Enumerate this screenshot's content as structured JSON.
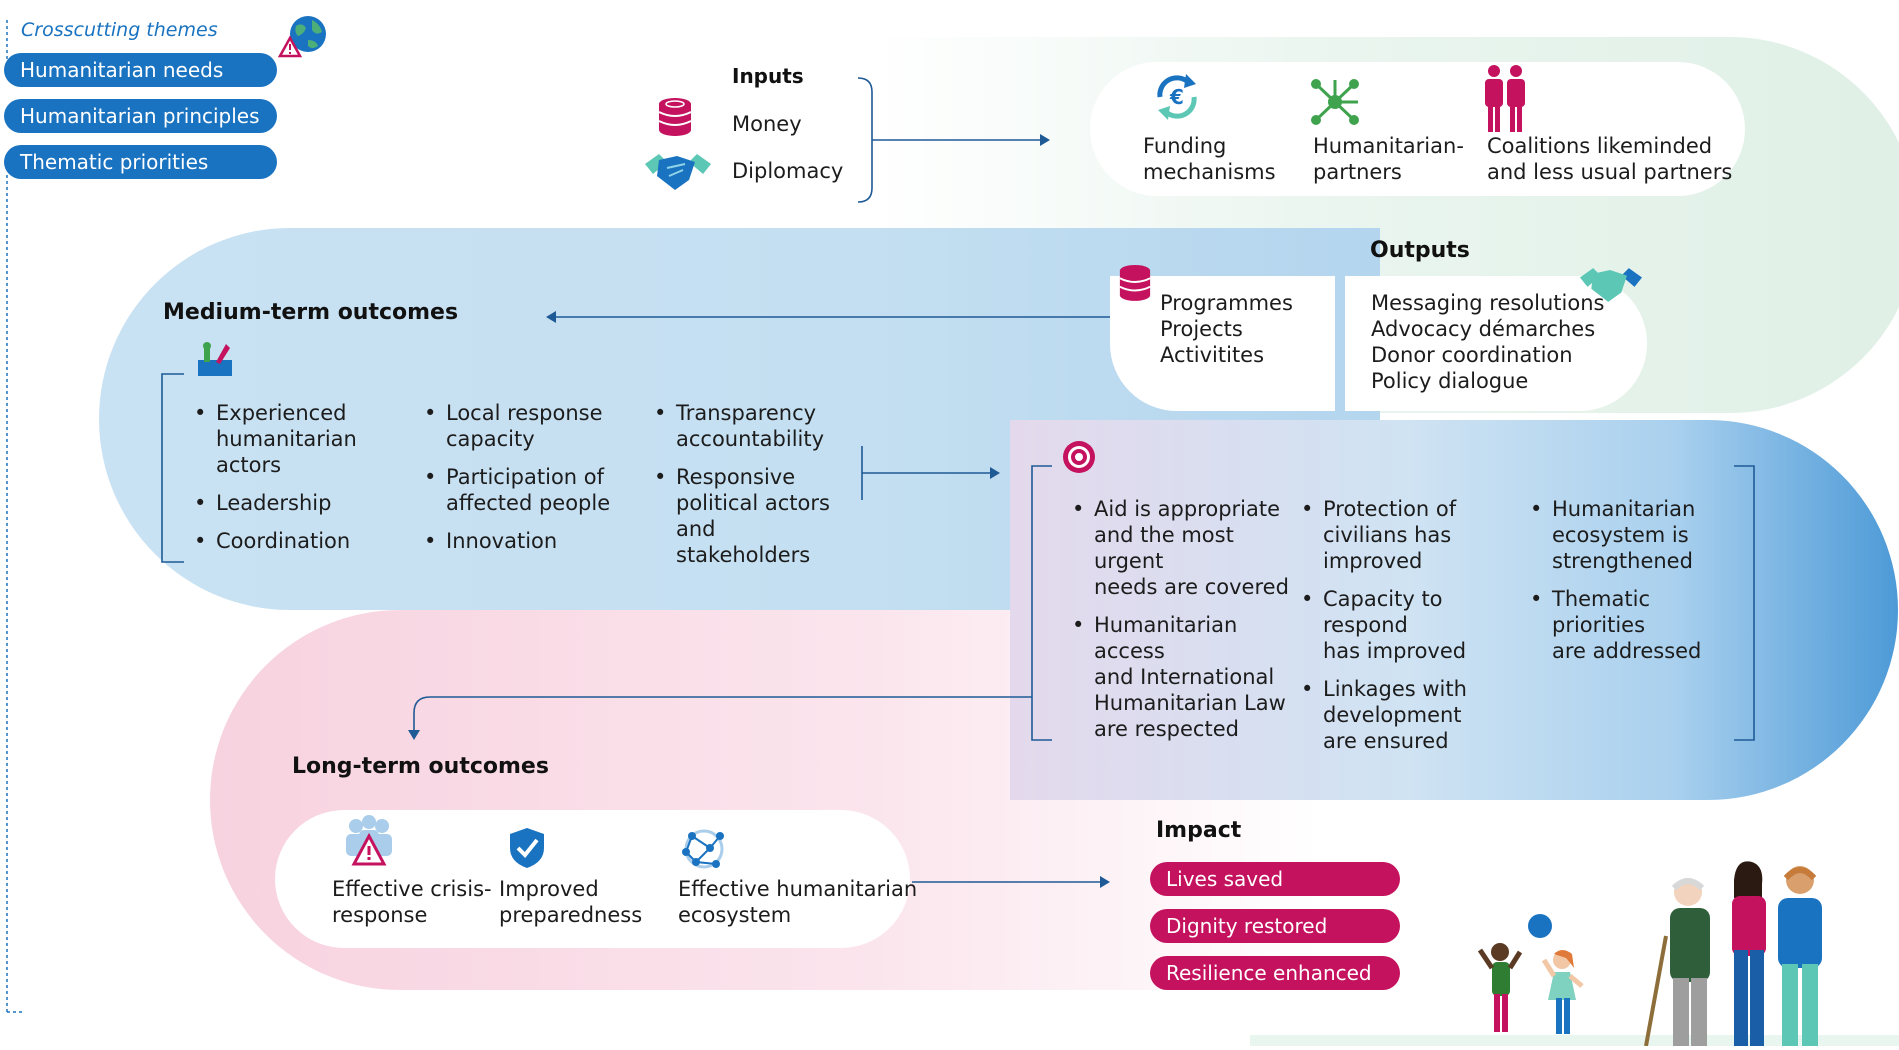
{
  "crosscutting": {
    "title": "Crosscutting themes",
    "items": [
      "Humanitarian needs",
      "Humanitarian principles",
      "Thematic priorities"
    ]
  },
  "inputs": {
    "title": "Inputs",
    "items": [
      {
        "label": "Money",
        "icon": "coin-stack-icon"
      },
      {
        "label": "Diplomacy",
        "icon": "handshake-icon"
      }
    ]
  },
  "input_channels": [
    {
      "line1": "Funding",
      "line2": "mechanisms",
      "icon": "euro-cycle-icon"
    },
    {
      "line1": "Humanitarian-",
      "line2": "partners",
      "icon": "network-icon"
    },
    {
      "line1": "Coalitions likeminded",
      "line2": "and less usual partners",
      "icon": "people-pair-icon"
    }
  ],
  "outputs": {
    "title": "Outputs",
    "left": [
      "Programmes",
      "Projects",
      "Activitites"
    ],
    "right": [
      "Messaging resolutions",
      "Advocacy démarches",
      "Donor coordination",
      "Policy dialogue"
    ]
  },
  "medium_term": {
    "title": "Medium-term outcomes",
    "col1": [
      {
        "l1": "Experienced",
        "l2": "humanitarian actors"
      },
      {
        "l1": "Leadership",
        "l2": ""
      },
      {
        "l1": "Coordination",
        "l2": ""
      }
    ],
    "col2": [
      {
        "l1": "Local response",
        "l2": "capacity"
      },
      {
        "l1": "Participation of",
        "l2": "affected people"
      },
      {
        "l1": "Innovation",
        "l2": ""
      }
    ],
    "col3": [
      {
        "l1": "Transparency",
        "l2": "accountability",
        "l3": ""
      },
      {
        "l1": "Responsive",
        "l2": "political actors and",
        "l3": "stakeholders"
      }
    ]
  },
  "goals": {
    "col1": [
      {
        "l1": "Aid is appropriate",
        "l2": "and the most urgent",
        "l3": "needs are covered",
        "l4": ""
      },
      {
        "l1": "Humanitarian access",
        "l2": "and International",
        "l3": "Humanitarian Law",
        "l4": "are respected"
      }
    ],
    "col2": [
      {
        "l1": "Protection of",
        "l2": "civilians has",
        "l3": "improved"
      },
      {
        "l1": "Capacity to respond",
        "l2": "has improved",
        "l3": ""
      },
      {
        "l1": "Linkages with",
        "l2": "development",
        "l3": "are ensured"
      }
    ],
    "col3": [
      {
        "l1": "Humanitarian",
        "l2": "ecosystem is",
        "l3": "strengthened"
      },
      {
        "l1": "Thematic priorities",
        "l2": "are addressed",
        "l3": ""
      }
    ]
  },
  "long_term": {
    "title": "Long-term outcomes",
    "items": [
      {
        "l1": "Effective crisis-",
        "l2": "response",
        "icon": "crisis-warning-icon"
      },
      {
        "l1": "Improved",
        "l2": "preparedness",
        "icon": "shield-check-icon"
      },
      {
        "l1": "Effective humanitarian",
        "l2": "ecosystem",
        "icon": "network-globe-icon"
      }
    ]
  },
  "impact": {
    "title": "Impact",
    "items": [
      "Lives saved",
      "Dignity restored",
      "Resilience enhanced"
    ]
  },
  "colors": {
    "blue_pill": "#1a73c0",
    "impact_pill": "#c4125e",
    "band_green": "#e3f2ea",
    "band_blue": "#c4dff1",
    "band_pink": "#f7d3e0"
  }
}
